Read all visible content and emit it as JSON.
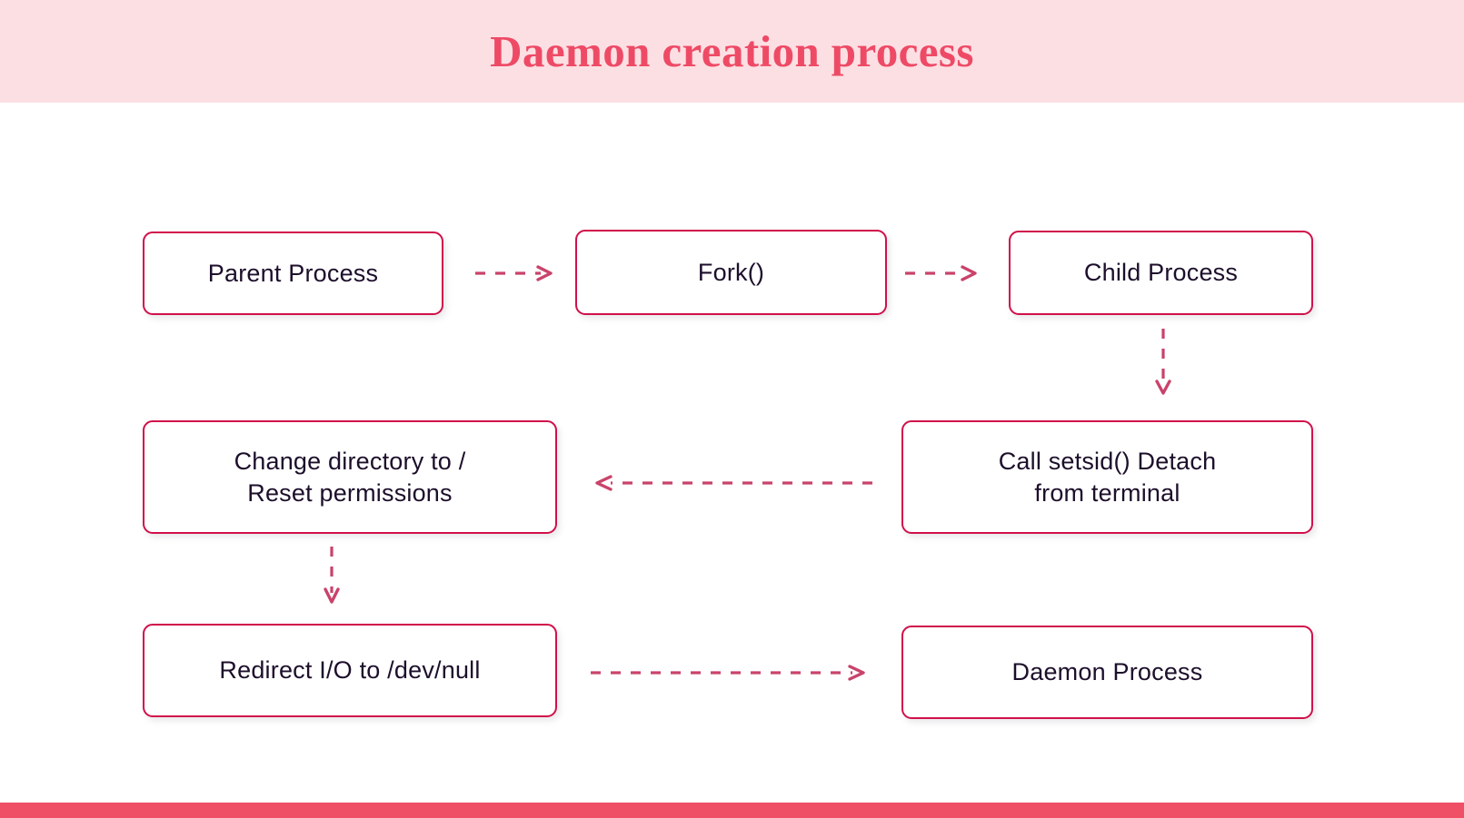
{
  "header": {
    "title": "Daemon creation process",
    "band_color": "#fcdfe3",
    "title_color": "#ee4a66"
  },
  "footer": {
    "stripe_color": "#ef5065"
  },
  "theme": {
    "box_border_color": "#d1104a",
    "box_fill_color": "#ffffff",
    "box_text_color": "#1d0f2b",
    "arrow_color": "#c9436b",
    "page_background": "#ffffff"
  },
  "diagram": {
    "type": "flowchart",
    "nodes": [
      {
        "id": "parent-process",
        "label": "Parent Process",
        "row": 1,
        "column": "left"
      },
      {
        "id": "fork",
        "label": "Fork()",
        "row": 1,
        "column": "center"
      },
      {
        "id": "child-process",
        "label": "Child Process",
        "row": 1,
        "column": "right"
      },
      {
        "id": "change-dir",
        "label": "Change directory to /\nReset permissions",
        "row": 2,
        "column": "left"
      },
      {
        "id": "setsid",
        "label": "Call setsid() Detach\nfrom terminal",
        "row": 2,
        "column": "right"
      },
      {
        "id": "redirect-io",
        "label": "Redirect I/O to /dev/null",
        "row": 3,
        "column": "left"
      },
      {
        "id": "daemon-process",
        "label": "Daemon Process",
        "row": 3,
        "column": "right"
      }
    ],
    "edges": [
      {
        "id": "edge-parent-to-fork",
        "from": "parent-process",
        "to": "fork",
        "style": "dashed",
        "direction": "right"
      },
      {
        "id": "edge-fork-to-child",
        "from": "fork",
        "to": "child-process",
        "style": "dashed",
        "direction": "right"
      },
      {
        "id": "edge-child-to-setsid",
        "from": "child-process",
        "to": "setsid",
        "style": "dashed",
        "direction": "down"
      },
      {
        "id": "edge-setsid-to-changedir",
        "from": "setsid",
        "to": "change-dir",
        "style": "dashed",
        "direction": "left"
      },
      {
        "id": "edge-changedir-to-redirect",
        "from": "change-dir",
        "to": "redirect-io",
        "style": "dashed",
        "direction": "down"
      },
      {
        "id": "edge-redirect-to-daemon",
        "from": "redirect-io",
        "to": "daemon-process",
        "style": "dashed",
        "direction": "right"
      }
    ]
  }
}
